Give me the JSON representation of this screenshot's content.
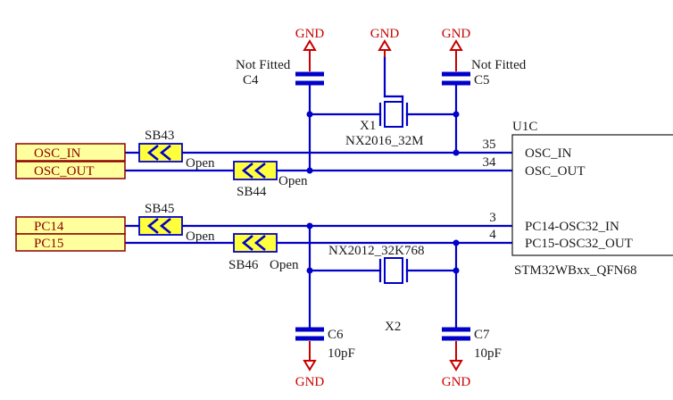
{
  "ic": {
    "designator": "U1C",
    "part": "STM32WBxx_QFN68",
    "pins": [
      {
        "number": "35",
        "name": "OSC_IN"
      },
      {
        "number": "34",
        "name": "OSC_OUT"
      },
      {
        "number": "3",
        "name": "PC14-OSC32_IN"
      },
      {
        "number": "4",
        "name": "PC15-OSC32_OUT"
      }
    ]
  },
  "ports": [
    "OSC_IN",
    "OSC_OUT",
    "PC14",
    "PC15"
  ],
  "solder_bridges": [
    {
      "ref": "SB43",
      "state": "Open"
    },
    {
      "ref": "SB44",
      "state": "Open"
    },
    {
      "ref": "SB45",
      "state": "Open"
    },
    {
      "ref": "SB46",
      "state": "Open"
    }
  ],
  "capacitors": [
    {
      "ref": "C4",
      "value": "Not Fitted"
    },
    {
      "ref": "C5",
      "value": "Not Fitted"
    },
    {
      "ref": "C6",
      "value": "10pF"
    },
    {
      "ref": "C7",
      "value": "10pF"
    }
  ],
  "crystals": [
    {
      "ref": "X1",
      "part": "NX2016_32M"
    },
    {
      "ref": "X2",
      "part": "NX2012_32K768"
    }
  ],
  "ground_label": "GND",
  "colors": {
    "wire": "#0000c8",
    "power": "#c80000",
    "port_fill": "#ffff9e",
    "bridge_fill": "#ffff3c"
  }
}
